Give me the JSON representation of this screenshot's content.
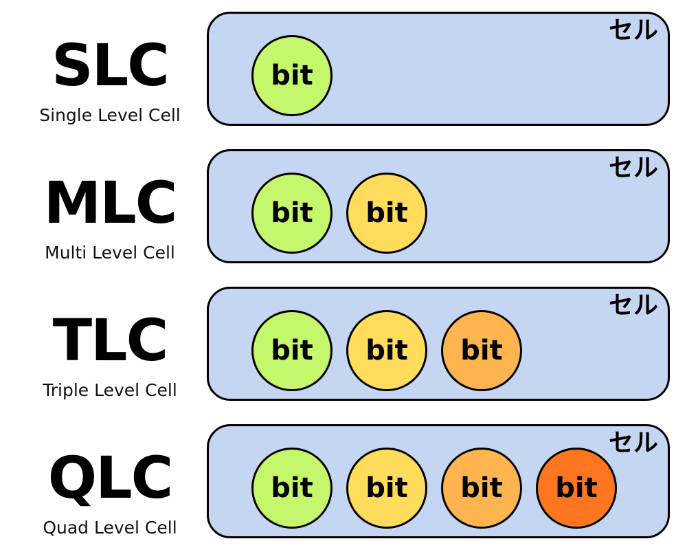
{
  "colors": {
    "cell_fill": "#c5d6f2",
    "bit_1": "#c4f76c",
    "bit_2": "#ffdc5c",
    "bit_3": "#ffb54f",
    "bit_4": "#ff7620"
  },
  "rows": [
    {
      "abbr": "SLC",
      "full_name": "Single Level Cell",
      "cell_label": "セル",
      "bits": [
        "bit"
      ]
    },
    {
      "abbr": "MLC",
      "full_name": "Multi Level Cell",
      "cell_label": "セル",
      "bits": [
        "bit",
        "bit"
      ]
    },
    {
      "abbr": "TLC",
      "full_name": "Triple Level Cell",
      "cell_label": "セル",
      "bits": [
        "bit",
        "bit",
        "bit"
      ]
    },
    {
      "abbr": "QLC",
      "full_name": "Quad Level Cell",
      "cell_label": "セル",
      "bits": [
        "bit",
        "bit",
        "bit",
        "bit"
      ]
    }
  ]
}
